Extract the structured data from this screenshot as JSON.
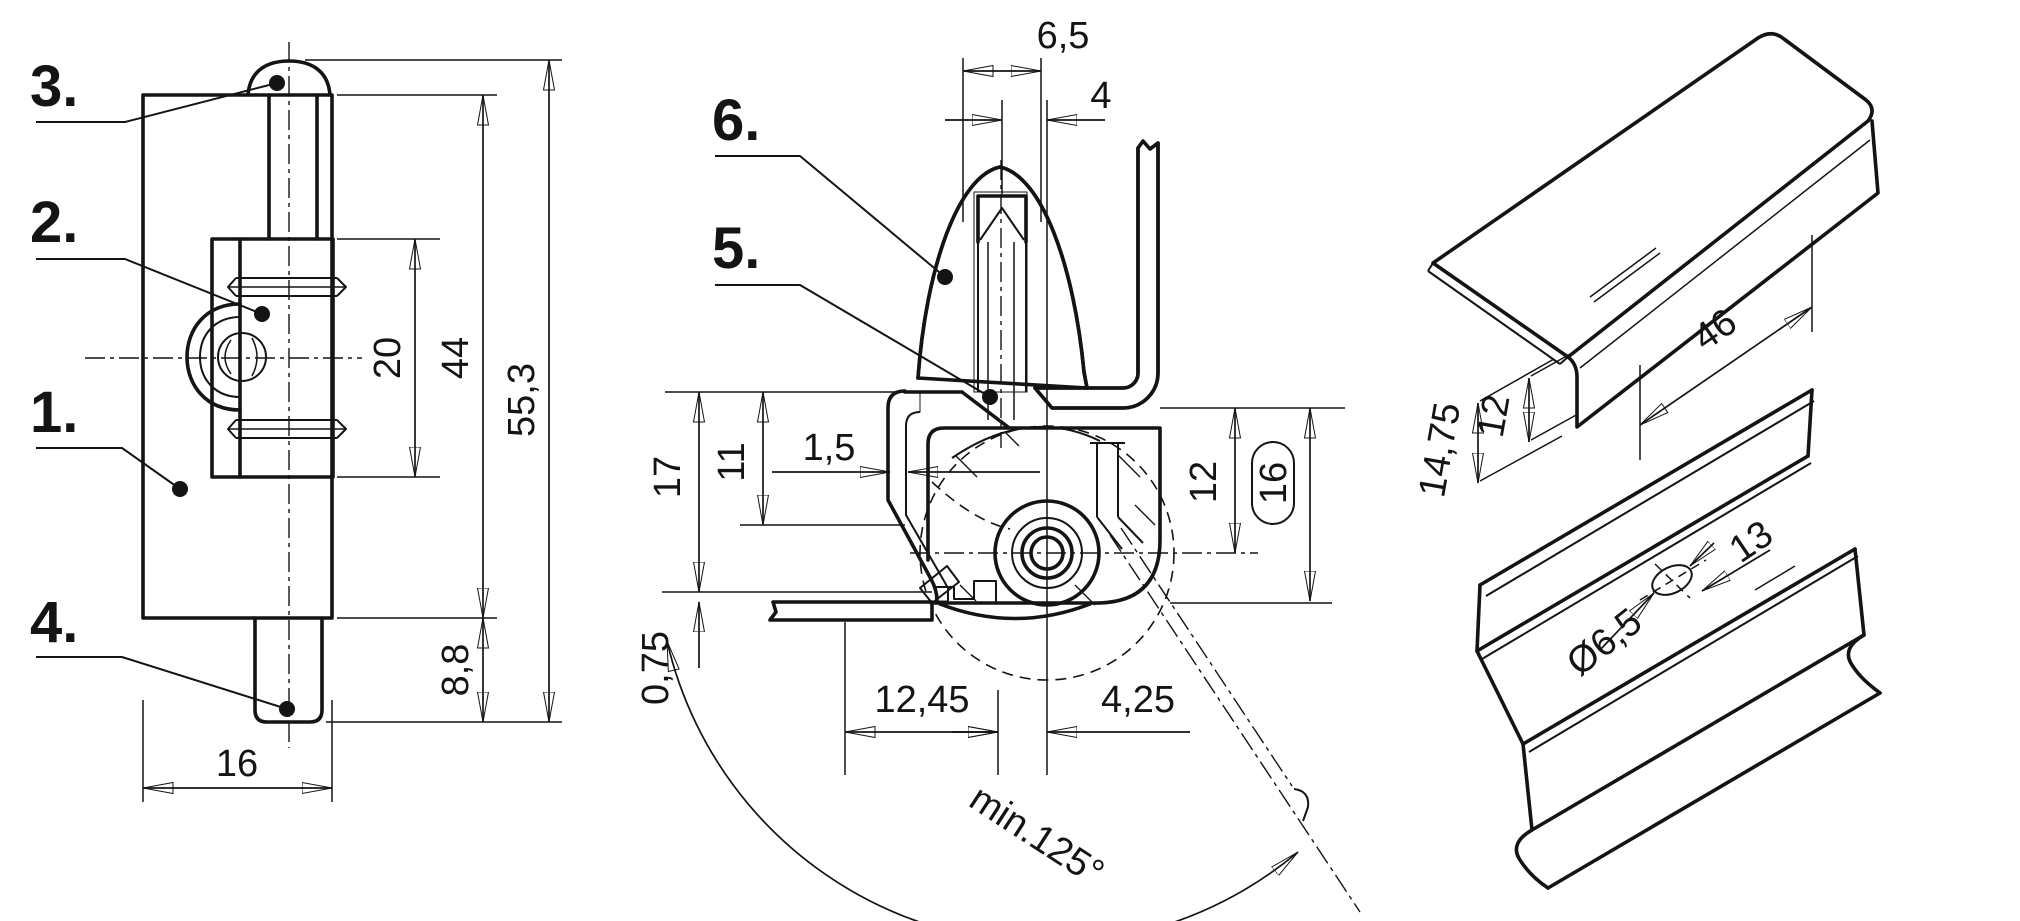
{
  "title": "hinge-technical-drawing",
  "colors": {
    "background": "#ffffff",
    "line": "#141414",
    "hatch": "#45456b"
  },
  "front_view": {
    "part_labels": {
      "p1": "1.",
      "p2": "2.",
      "p3": "3.",
      "p4": "4."
    },
    "dimensions": {
      "width": "16",
      "knuckle_height": "20",
      "plate_height": "44",
      "total_height": "55,3",
      "pin_protrusion": "8,8"
    }
  },
  "section_view": {
    "part_labels": {
      "p5": "5.",
      "p6": "6."
    },
    "dimensions": {
      "cap_width": "6,5",
      "pin_width": "4",
      "height_17": "17",
      "height_11": "11",
      "wall_thickness": "1,5",
      "sheet_gap": "0,75",
      "pivot_offset": "12",
      "depth_16": "16",
      "left_offset": "12,45",
      "right_offset": "4,25",
      "opening_angle": "min.125°"
    }
  },
  "iso_view": {
    "dimensions": {
      "cutout_length": "46",
      "flange_height_total": "14,75",
      "flange_height_inner": "12",
      "hole_offset": "13",
      "hole_diameter": "Ø6,5"
    }
  }
}
